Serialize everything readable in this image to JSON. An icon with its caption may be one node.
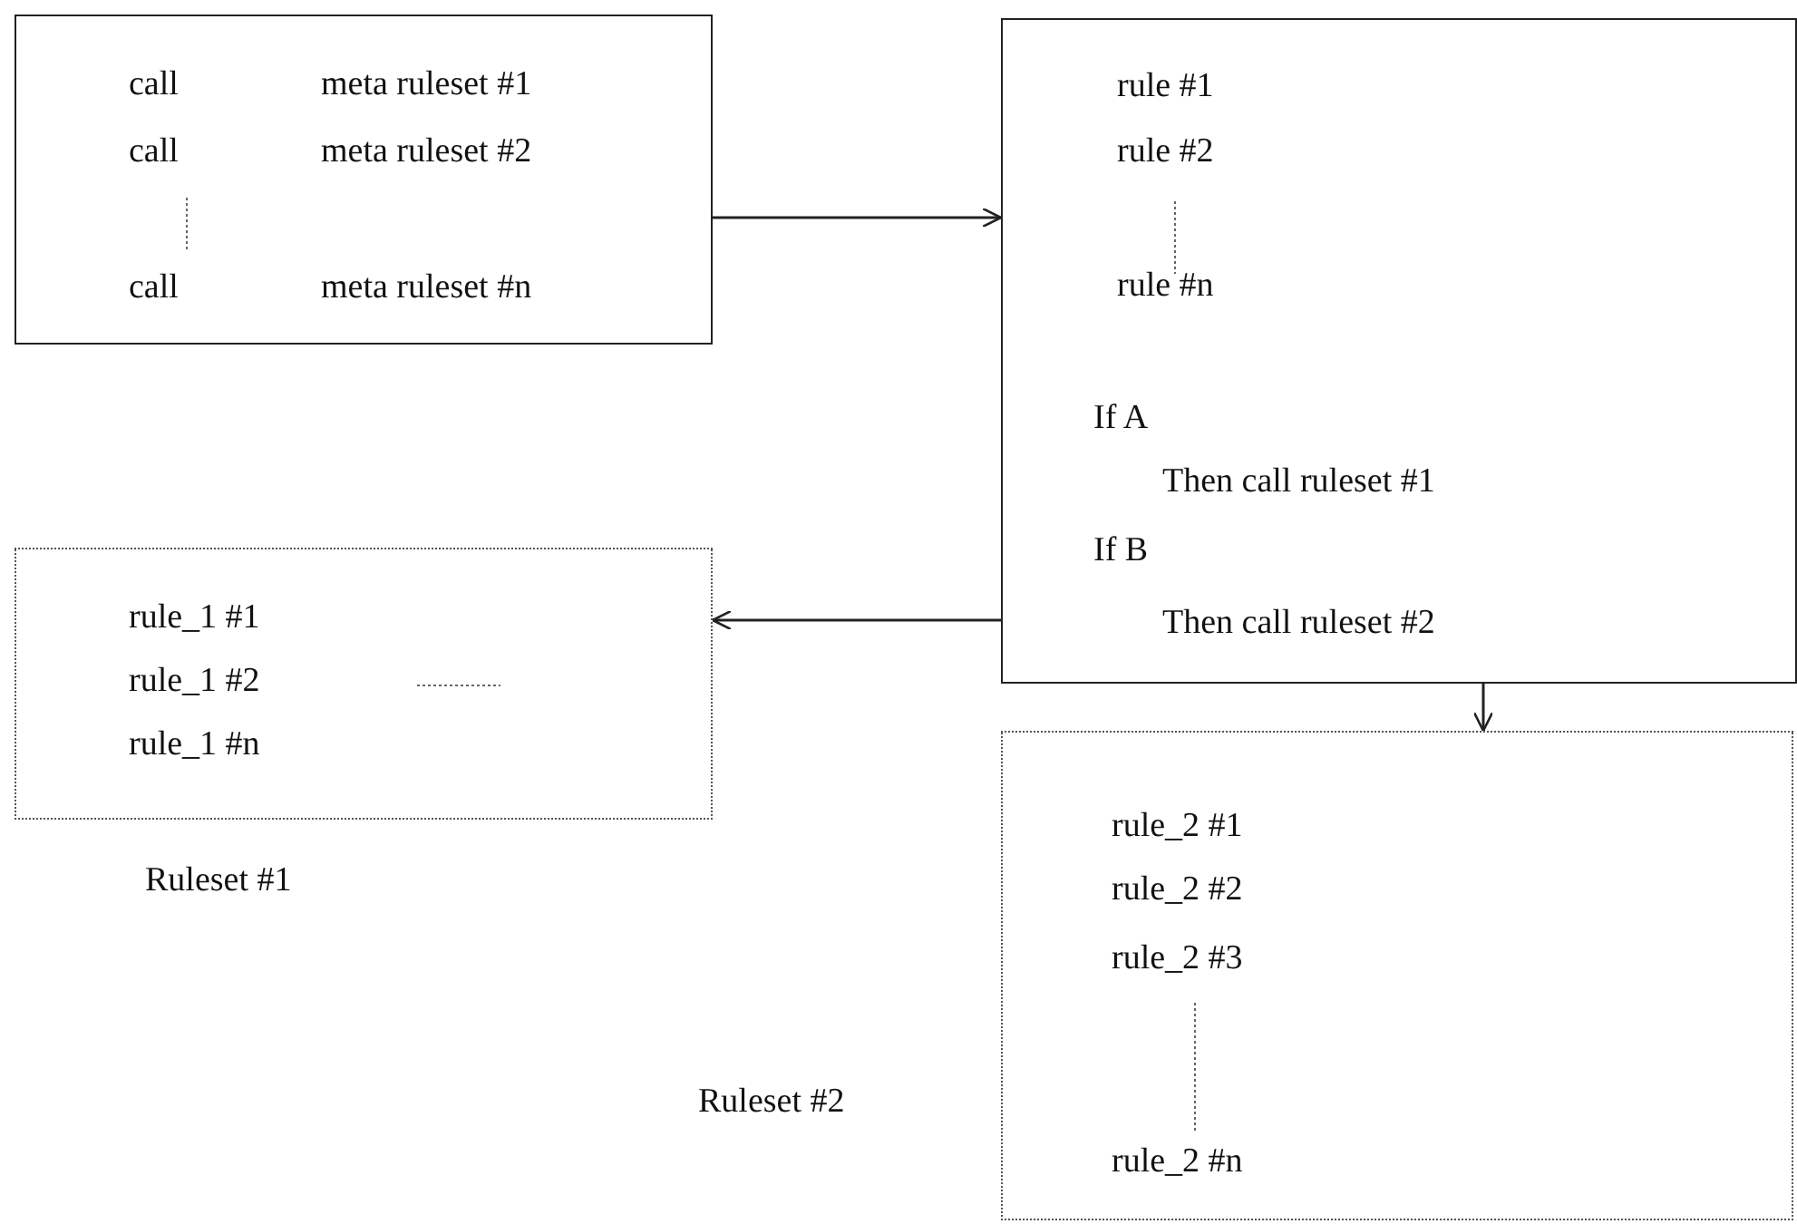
{
  "diagram": {
    "nodes": [
      {
        "text": [
          "call",
          "meta ruleset #1",
          "call",
          "meta ruleset #2",
          "call",
          "meta ruleset #n"
        ]
      },
      {
        "text": [
          "rule #1",
          "rule #2",
          "rule #n",
          "If A",
          "Then call ruleset #1",
          "If B",
          "Then call ruleset #2"
        ]
      },
      {
        "text": [
          "rule_1 #1",
          "rule_1 #2",
          "rule_1 #n"
        ],
        "beside": [
          "Ruleset #1"
        ]
      },
      {
        "text": [
          "rule_2 #1",
          "rule_2 #2",
          "rule_2 #3",
          "rule_2 #n"
        ]
      }
    ],
    "edges": [
      {
        "from": 0,
        "to": 1,
        "arrow": "to"
      },
      {
        "from": 1,
        "to": 2,
        "arrow": "to"
      },
      {
        "from": 1,
        "to": 3,
        "arrow": "to"
      }
    ],
    "labels": [
      "Ruleset #2"
    ]
  }
}
